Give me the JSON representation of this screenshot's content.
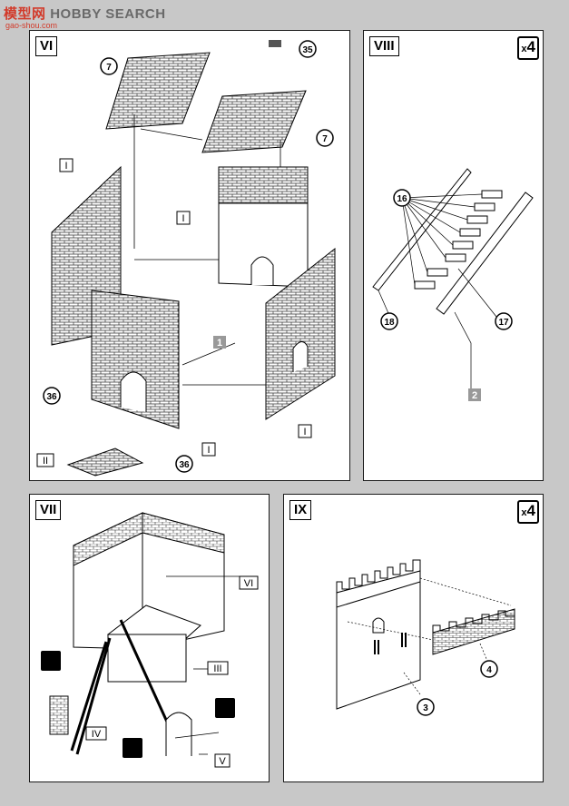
{
  "watermark": {
    "prefix": "模型网",
    "brand": "HOBBY SEARCH",
    "url": "gao-shou.com"
  },
  "panels": {
    "vi": {
      "label": "VI"
    },
    "viii": {
      "label": "VIII",
      "quantity": "4"
    },
    "vii": {
      "label": "VII"
    },
    "ix": {
      "label": "IX",
      "quantity": "4"
    }
  },
  "callouts": {
    "vi": [
      "7",
      "35",
      "7",
      "36",
      "36"
    ],
    "viii": [
      "16",
      "18",
      "17"
    ],
    "ix": [
      "4",
      "3"
    ]
  },
  "roman_labels": {
    "vi": [
      "I",
      "I",
      "I",
      "I",
      "II"
    ],
    "vii": [
      "VI",
      "III",
      "IV",
      "V"
    ]
  },
  "grey_labels": {
    "vi": "1",
    "viii": "2"
  },
  "quantity_prefix": "x"
}
